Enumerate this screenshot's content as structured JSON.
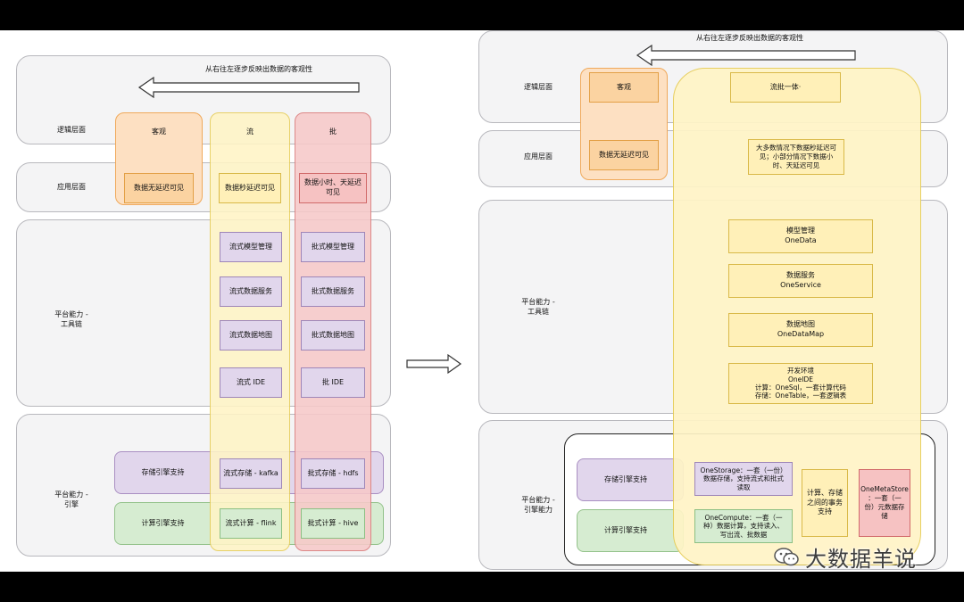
{
  "arrow_caption": "从右往左逐步反映出数据的客观性",
  "left": {
    "layers": {
      "logic": "逻辑层面",
      "app": "应用层面",
      "tool": "平台能力 -\n工具链",
      "engine": "平台能力 -\n引擎"
    },
    "columns": {
      "objective": {
        "title": "客观",
        "app": "数据无延迟可见"
      },
      "stream": {
        "title": "流",
        "app": "数据秒延迟可见",
        "tools": [
          "流式模型管理",
          "流式数据服务",
          "流式数据地图",
          "流式 IDE"
        ],
        "storage": "流式存储 - kafka",
        "compute": "流式计算 - flink"
      },
      "batch": {
        "title": "批",
        "app": "数据小时、天延迟\n可见",
        "tools": [
          "批式模型管理",
          "批式数据服务",
          "批式数据地图",
          "批 IDE"
        ],
        "storage": "批式存储 - hdfs",
        "compute": "批式计算 - hive"
      }
    },
    "storage_support": "存储引擎支持",
    "compute_support": "计算引擎支持"
  },
  "right": {
    "layers": {
      "logic": "逻辑层面",
      "app": "应用层面",
      "tool": "平台能力 -\n工具链",
      "engine": "平台能力 -\n引擎能力"
    },
    "objective": {
      "title": "客观",
      "app": "数据无延迟可见"
    },
    "unified": {
      "title": "流批一体·",
      "app": "大多数情况下数据秒延迟可\n见；小部分情况下数据小\n时、天延迟可见",
      "tools": [
        "模型管理\nOneData",
        "数据服务\nOneService",
        "数据地图\nOneDataMap",
        "开发环境\nOneIDE\n计算：OneSql，一套计算代码\n存储：OneTable，一套逻辑表"
      ]
    },
    "storage_support": "存储引擎支持",
    "compute_support": "计算引擎支持",
    "one_storage": "OneStorage：一套（一份）\n数据存储，支持流式和批式\n读取",
    "one_compute": "OneCompute：一套（一\n种）数据计算，支持读入、\n写出流、批数据",
    "transaction": "计算、存储\n之间的事务\n支持",
    "one_meta": "OneMetaStore\n：一套（一\n份）元数据存\n储"
  },
  "watermark": "大数据羊说",
  "colors": {
    "orange": "#fde0c2",
    "yellow": "#fff4c6",
    "red": "#f7c9c9",
    "purple": "#e1d6ec",
    "green": "#d6ecd1",
    "layer_gray": "#f4f4f5"
  }
}
